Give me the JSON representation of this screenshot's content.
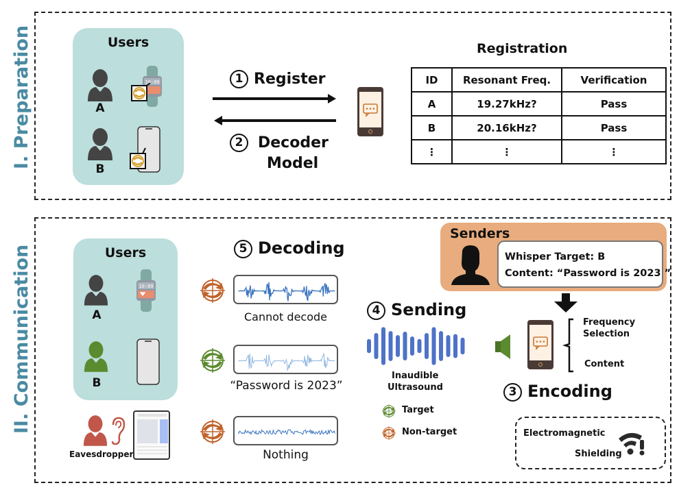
{
  "sections": {
    "preparation": {
      "label": "I. Preparation"
    },
    "communication": {
      "label": "II. Communication"
    }
  },
  "colors": {
    "section_label": "#4a8aa3",
    "users_panel": "#bcdedc",
    "senders_panel": "#e8ac7e",
    "target_green": "#5b8a2f",
    "nontarget_orange": "#c0622a",
    "eavesdropper_red": "#c0574a",
    "ultrasound_blue": "#4e72c8",
    "wave_dark_blue": "#3a74c0",
    "wave_light_blue": "#8fb6e0"
  },
  "preparation": {
    "users_panel": {
      "title": "Users",
      "users": [
        {
          "id": "A",
          "device": "smartwatch",
          "icon": "person-icon",
          "tag_icon": "resonance-tag-icon"
        },
        {
          "id": "B",
          "device": "smartphone",
          "icon": "person-icon",
          "tag_icon": "resonance-tag-icon"
        }
      ]
    },
    "steps": {
      "register": {
        "num": "1",
        "label": "Register"
      },
      "decoder": {
        "num": "2",
        "label_line1": "Decoder",
        "label_line2": "Model"
      }
    },
    "server_icon": "phone-chat-icon",
    "registration": {
      "title": "Registration",
      "columns": [
        "ID",
        "Resonant Freq.",
        "Verification"
      ],
      "rows": [
        [
          "A",
          "19.27kHz?",
          "Pass"
        ],
        [
          "B",
          "20.16kHz?",
          "Pass"
        ],
        [
          "⋮",
          "⋮",
          "⋮"
        ]
      ]
    }
  },
  "communication": {
    "users_panel": {
      "title": "Users",
      "users": [
        {
          "id": "A",
          "device": "smartwatch",
          "role": "non-target"
        },
        {
          "id": "B",
          "device": "smartphone",
          "role": "target"
        }
      ]
    },
    "eavesdropper": {
      "label": "Eavesdropper",
      "device": "tablet"
    },
    "decoding": {
      "num": "5",
      "title": "Decoding",
      "results": [
        {
          "role": "non-target",
          "waveform": "dense-bursts",
          "caption": "Cannot decode"
        },
        {
          "role": "target",
          "waveform": "clear-bursts",
          "caption": "“Password is 2023”"
        },
        {
          "role": "non-target",
          "waveform": "noise",
          "caption": "Nothing"
        }
      ]
    },
    "sending": {
      "num": "4",
      "title": "Sending",
      "wave_label_line1": "Inaudible",
      "wave_label_line2": "Ultrasound",
      "legend": [
        {
          "role": "target",
          "label": "Target"
        },
        {
          "role": "non-target",
          "label": "Non-target"
        }
      ]
    },
    "senders": {
      "title": "Senders",
      "whisper_target_line": "Whisper Target: B",
      "content_line": "Content:  “Password is 2023 ”"
    },
    "encoding": {
      "num": "3",
      "title": "Encoding",
      "brace_items": [
        "Frequency",
        "Selection",
        "Content"
      ]
    },
    "shielding": {
      "line1": "Electromagnetic",
      "line2": "Shielding",
      "icon": "wifi-alert-icon"
    }
  }
}
